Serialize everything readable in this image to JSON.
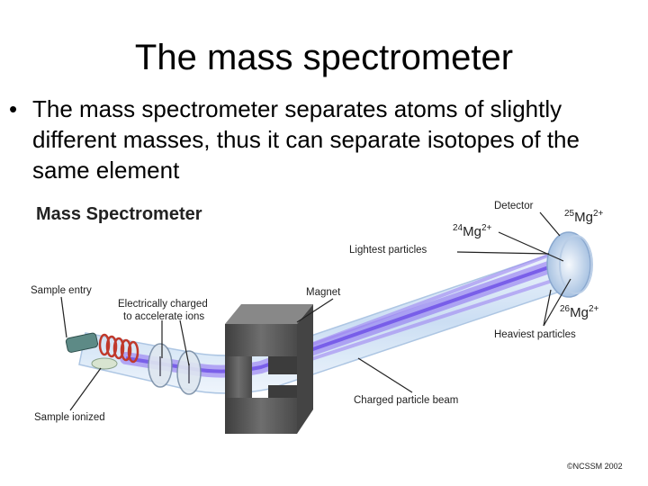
{
  "slide": {
    "title": "The mass spectrometer",
    "bullet_symbol": "•",
    "bullet": "The mass spectrometer separates atoms of slightly different masses, thus it can separate isotopes of the same element"
  },
  "diagram": {
    "heading": "Mass Spectrometer",
    "labels": {
      "detector": "Detector",
      "ion_24_mass": "24",
      "ion_24_symbol": "Mg",
      "ion_24_charge": "2+",
      "ion_25_mass": "25",
      "ion_25_symbol": "Mg",
      "ion_25_charge": "2+",
      "ion_26_mass": "26",
      "ion_26_symbol": "Mg",
      "ion_26_charge": "2+",
      "lightest": "Lightest particles",
      "heaviest": "Heaviest particles",
      "magnet": "Magnet",
      "sample_entry": "Sample entry",
      "electrically_charged_1": "Electrically charged",
      "electrically_charged_2": "to accelerate ions",
      "sample_ionized": "Sample ionized",
      "beam": "Charged particle beam",
      "copyright": "©NCSSM 2002"
    }
  },
  "colors": {
    "beam": "#8a6cf0",
    "tube": "#cfe1f5",
    "magnet": "#5a5a5a",
    "coil": "#c0392b"
  }
}
